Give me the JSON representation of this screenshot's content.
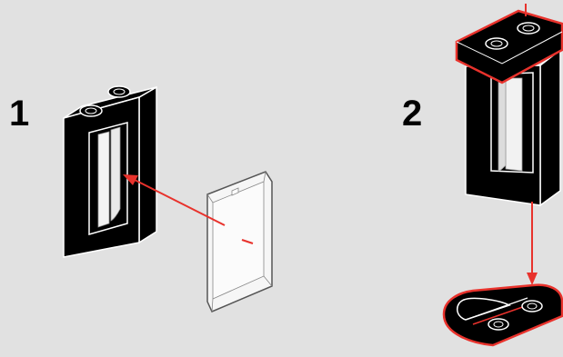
{
  "steps": [
    {
      "number": "1"
    },
    {
      "number": "2"
    }
  ],
  "parts": {
    "step1": [
      "window-frame-1x2x3",
      "transparent-glass-pane"
    ],
    "step2": [
      "window-frame-1x2x3-assembled",
      "top-plate-1x2",
      "bottom-plate-1x2-with-rail"
    ]
  },
  "colors": {
    "background": "#e1e1e1",
    "brick": "#000000",
    "outline": "#ffffff",
    "highlight": "#e8322c",
    "glass": "#f4f4f4",
    "glass_edge": "#888888"
  }
}
